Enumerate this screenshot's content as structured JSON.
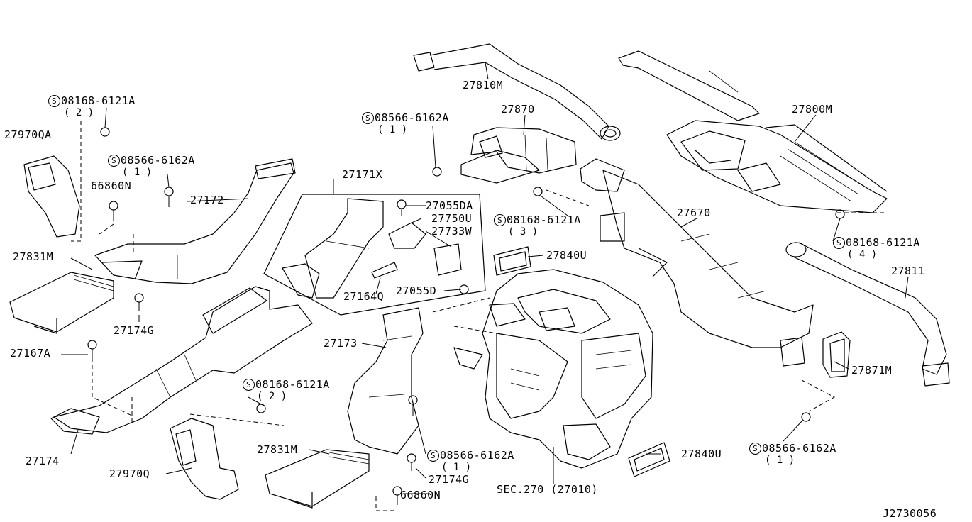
{
  "diagram_id": "J2730056",
  "screw_symbol": "S",
  "callouts": [
    {
      "key": "c27810m",
      "text": "27810M"
    },
    {
      "key": "c27870",
      "text": "27870"
    },
    {
      "key": "c27800m",
      "text": "27800M"
    },
    {
      "key": "c27171x",
      "text": "27171X"
    },
    {
      "key": "c27055da",
      "text": "27055DA"
    },
    {
      "key": "c27750u",
      "text": "27750U"
    },
    {
      "key": "c27733w",
      "text": "27733W"
    },
    {
      "key": "c27164q",
      "text": "27164Q"
    },
    {
      "key": "c27055d",
      "text": "27055D"
    },
    {
      "key": "c27670",
      "text": "27670"
    },
    {
      "key": "c27840u_a",
      "text": "27840U"
    },
    {
      "key": "c27840u_b",
      "text": "27840U"
    },
    {
      "key": "c27811",
      "text": "27811"
    },
    {
      "key": "c27871m",
      "text": "27871M"
    },
    {
      "key": "c27970qa",
      "text": "27970QA"
    },
    {
      "key": "c66860n_a",
      "text": "66860N"
    },
    {
      "key": "c66860n_b",
      "text": "66860N"
    },
    {
      "key": "c27172",
      "text": "27172"
    },
    {
      "key": "c27831m_a",
      "text": "27831M"
    },
    {
      "key": "c27831m_b",
      "text": "27831M"
    },
    {
      "key": "c27174g_a",
      "text": "27174G"
    },
    {
      "key": "c27174g_b",
      "text": "27174G"
    },
    {
      "key": "c27167a",
      "text": "27167A"
    },
    {
      "key": "c27173",
      "text": "27173"
    },
    {
      "key": "c27174",
      "text": "27174"
    },
    {
      "key": "c27970q",
      "text": "27970Q"
    },
    {
      "key": "csec270",
      "text": "SEC.270 (27010)"
    }
  ],
  "screws": [
    {
      "key": "s1",
      "part": "08168-6121A",
      "qty": "( 2 )"
    },
    {
      "key": "s2",
      "part": "08566-6162A",
      "qty": "( 1 )"
    },
    {
      "key": "s3",
      "part": "08566-6162A",
      "qty": "( 1 )"
    },
    {
      "key": "s4",
      "part": "08168-6121A",
      "qty": "( 3 )"
    },
    {
      "key": "s5",
      "part": "08168-6121A",
      "qty": "( 4 )"
    },
    {
      "key": "s6",
      "part": "08168-6121A",
      "qty": "( 2 )"
    },
    {
      "key": "s7",
      "part": "08566-6162A",
      "qty": "( 1 )"
    },
    {
      "key": "s8",
      "part": "08566-6162A",
      "qty": "( 1 )"
    }
  ]
}
